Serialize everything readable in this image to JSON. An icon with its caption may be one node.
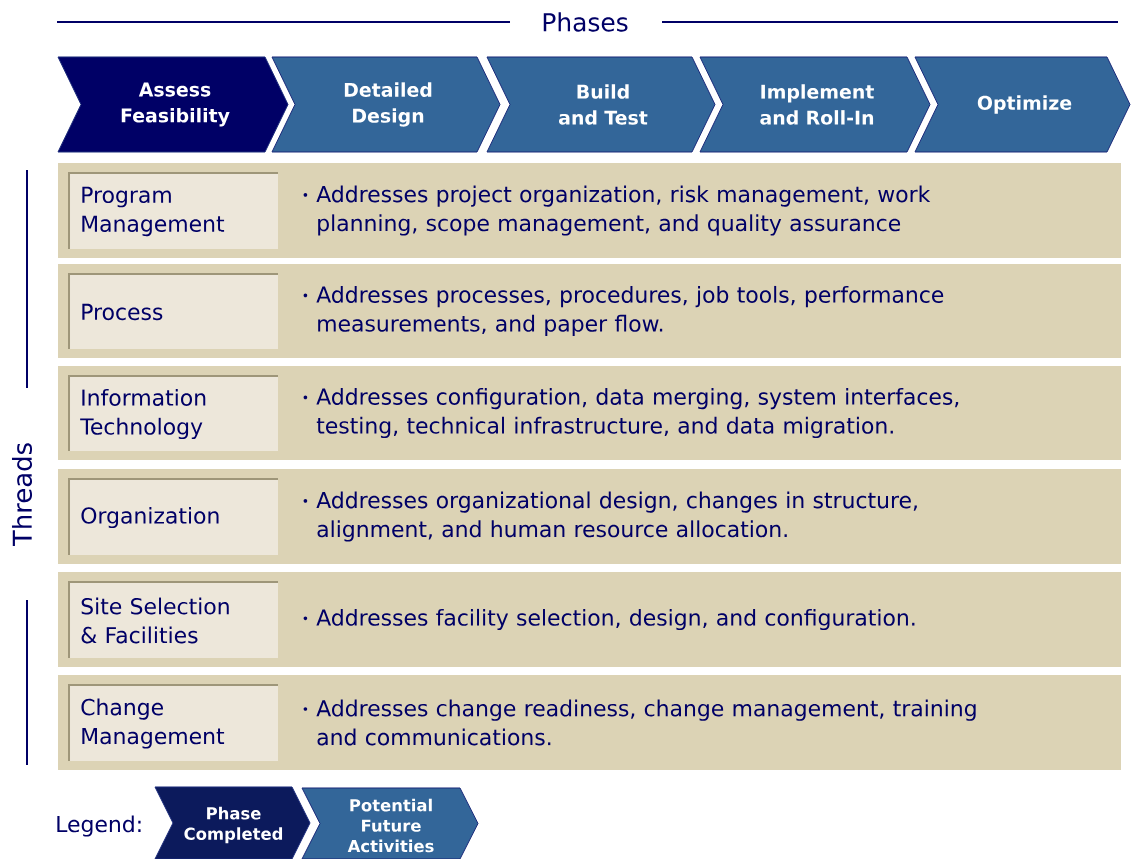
{
  "diagram": {
    "nodes": [
      {
        "text": [
          "Assess Feasibility"
        ]
      },
      {
        "text": [
          "Detailed Design"
        ]
      },
      {
        "text": [
          "Build and Test"
        ]
      },
      {
        "text": [
          "Implement and Roll-In"
        ]
      },
      {
        "text": [
          "Optimize"
        ]
      },
      {
        "text": [
          "Addresses project organization, risk management, work planning, scope management, and quality assurance"
        ]
      },
      {
        "text": [
          "Program Management"
        ],
        "in": 5
      },
      {
        "text": [
          "Addresses processes, procedures, job tools, performance measurements, and paper flow."
        ]
      },
      {
        "text": [
          "Process"
        ],
        "in": 7
      },
      {
        "text": [
          "Addresses configuration, data merging, system interfaces, testing, technical infrastructure, and data migration."
        ]
      },
      {
        "text": [
          "Information Technology"
        ],
        "in": 9
      },
      {
        "text": [
          "Addresses organizational design, changes in structure, alignment, and human resource allocation."
        ]
      },
      {
        "text": [
          "Organization"
        ],
        "in": 11
      },
      {
        "text": [
          "Addresses facility selection, design, and configuration."
        ]
      },
      {
        "text": [
          "Site Selection & Facilities"
        ],
        "in": 13
      },
      {
        "text": [
          "Addresses change readiness, change management, training and communications."
        ]
      },
      {
        "text": [
          "Change Management"
        ],
        "in": 15
      }
    ],
    "labels": [
      "Phases",
      "Threads",
      "Legend:"
    ],
    "legend": [
      {
        "text": "Phase Completed",
        "color": "#0c1a5c"
      },
      {
        "text": "Potential Future Activities",
        "color": "#336699"
      }
    ]
  }
}
